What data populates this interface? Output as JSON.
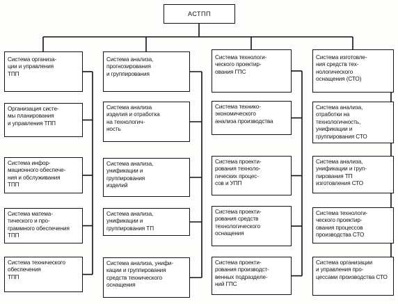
{
  "root": {
    "label": "АСТПП"
  },
  "columns": [
    {
      "header": "Система организа-\nции и управления\nТПП",
      "items": [
        "Организация систе-\nмы планирования\nи управления ТПП",
        "Система инфор-\nмационного обеспече-\nния и обслуживания\nТПП",
        "Система матема-\nтического и про-\nграммного обеспечения\nТПП",
        "Система технического\nобеспечения\nТПП"
      ]
    },
    {
      "header": "Система анализа,\nпрогнозирования\nи группирования",
      "items": [
        "Система анализа\nизделия и отработка\nна технологич-\nность",
        "Система анализа,\nунификации и\nгруппирования\nизделий",
        "Система анализа,\nунификации и\nгруппирования ТП",
        "Система анализа, унифи-\nкации и группирования\nсредств технического\nоснащения"
      ]
    },
    {
      "header": "Система технологи-\nческого проектир-\nования ГПС",
      "items": [
        "Система технико-\nэкономического\nанализа производства",
        "Система проекти-\nрования техноло-\nгических процес-\nсов и УПП",
        "Система проекти-\nрования средств\nтехнологического\nоснащения",
        "Система проекти-\nрования производст-\nвенных подразделе-\nний ГПС"
      ]
    },
    {
      "header": "Система изготовле-\nния средств тех-\nнологического\nоснащения (СТО)",
      "items": [
        "Система анализа,\nотработки на\nтехнологичность,\nунификации и\nгруппирования СТО",
        "Система анализа,\nунификации и груп-\nпирования ТП\nизготовления СТО",
        "Система технологи-\nческого проектир-\nования процессов\nпроизводства СТО",
        "Система организации\nи управления про-\nцессами производства СТО"
      ]
    }
  ]
}
